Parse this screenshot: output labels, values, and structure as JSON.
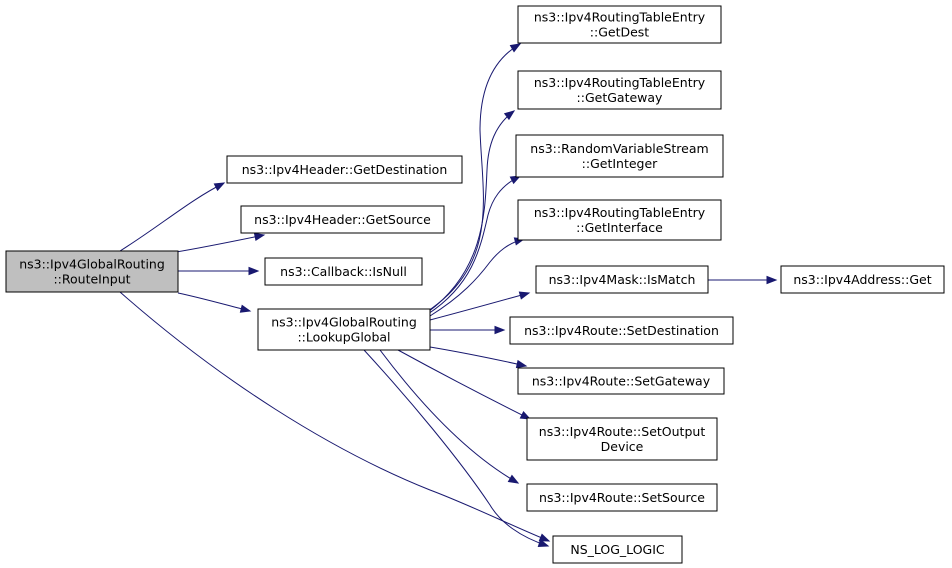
{
  "colors": {
    "edge": "#191970",
    "root_fill": "#bfbfbf",
    "node_fill": "#ffffff",
    "node_border": "#000000"
  },
  "nodes": {
    "route_input": {
      "lines": [
        "ns3::Ipv4GlobalRouting",
        "::RouteInput"
      ]
    },
    "get_destination": {
      "lines": [
        "ns3::Ipv4Header::GetDestination"
      ]
    },
    "get_source": {
      "lines": [
        "ns3::Ipv4Header::GetSource"
      ]
    },
    "is_null": {
      "lines": [
        "ns3::Callback::IsNull"
      ]
    },
    "lookup_global": {
      "lines": [
        "ns3::Ipv4GlobalRouting",
        "::LookupGlobal"
      ]
    },
    "get_dest": {
      "lines": [
        "ns3::Ipv4RoutingTableEntry",
        "::GetDest"
      ]
    },
    "get_gateway": {
      "lines": [
        "ns3::Ipv4RoutingTableEntry",
        "::GetGateway"
      ]
    },
    "get_integer": {
      "lines": [
        "ns3::RandomVariableStream",
        "::GetInteger"
      ]
    },
    "get_interface": {
      "lines": [
        "ns3::Ipv4RoutingTableEntry",
        "::GetInterface"
      ]
    },
    "is_match": {
      "lines": [
        "ns3::Ipv4Mask::IsMatch"
      ]
    },
    "ipv4address_get": {
      "lines": [
        "ns3::Ipv4Address::Get"
      ]
    },
    "set_destination": {
      "lines": [
        "ns3::Ipv4Route::SetDestination"
      ]
    },
    "set_gateway": {
      "lines": [
        "ns3::Ipv4Route::SetGateway"
      ]
    },
    "set_output_device": {
      "lines": [
        "ns3::Ipv4Route::SetOutput",
        "Device"
      ]
    },
    "set_source": {
      "lines": [
        "ns3::Ipv4Route::SetSource"
      ]
    },
    "ns_log_logic": {
      "lines": [
        "NS_LOG_LOGIC"
      ]
    }
  },
  "edges": [
    [
      "route_input",
      "get_destination"
    ],
    [
      "route_input",
      "get_source"
    ],
    [
      "route_input",
      "is_null"
    ],
    [
      "route_input",
      "lookup_global"
    ],
    [
      "route_input",
      "ns_log_logic"
    ],
    [
      "lookup_global",
      "get_dest"
    ],
    [
      "lookup_global",
      "get_gateway"
    ],
    [
      "lookup_global",
      "get_integer"
    ],
    [
      "lookup_global",
      "get_interface"
    ],
    [
      "lookup_global",
      "is_match"
    ],
    [
      "lookup_global",
      "set_destination"
    ],
    [
      "lookup_global",
      "set_gateway"
    ],
    [
      "lookup_global",
      "set_output_device"
    ],
    [
      "lookup_global",
      "set_source"
    ],
    [
      "lookup_global",
      "ns_log_logic"
    ],
    [
      "is_match",
      "ipv4address_get"
    ]
  ]
}
